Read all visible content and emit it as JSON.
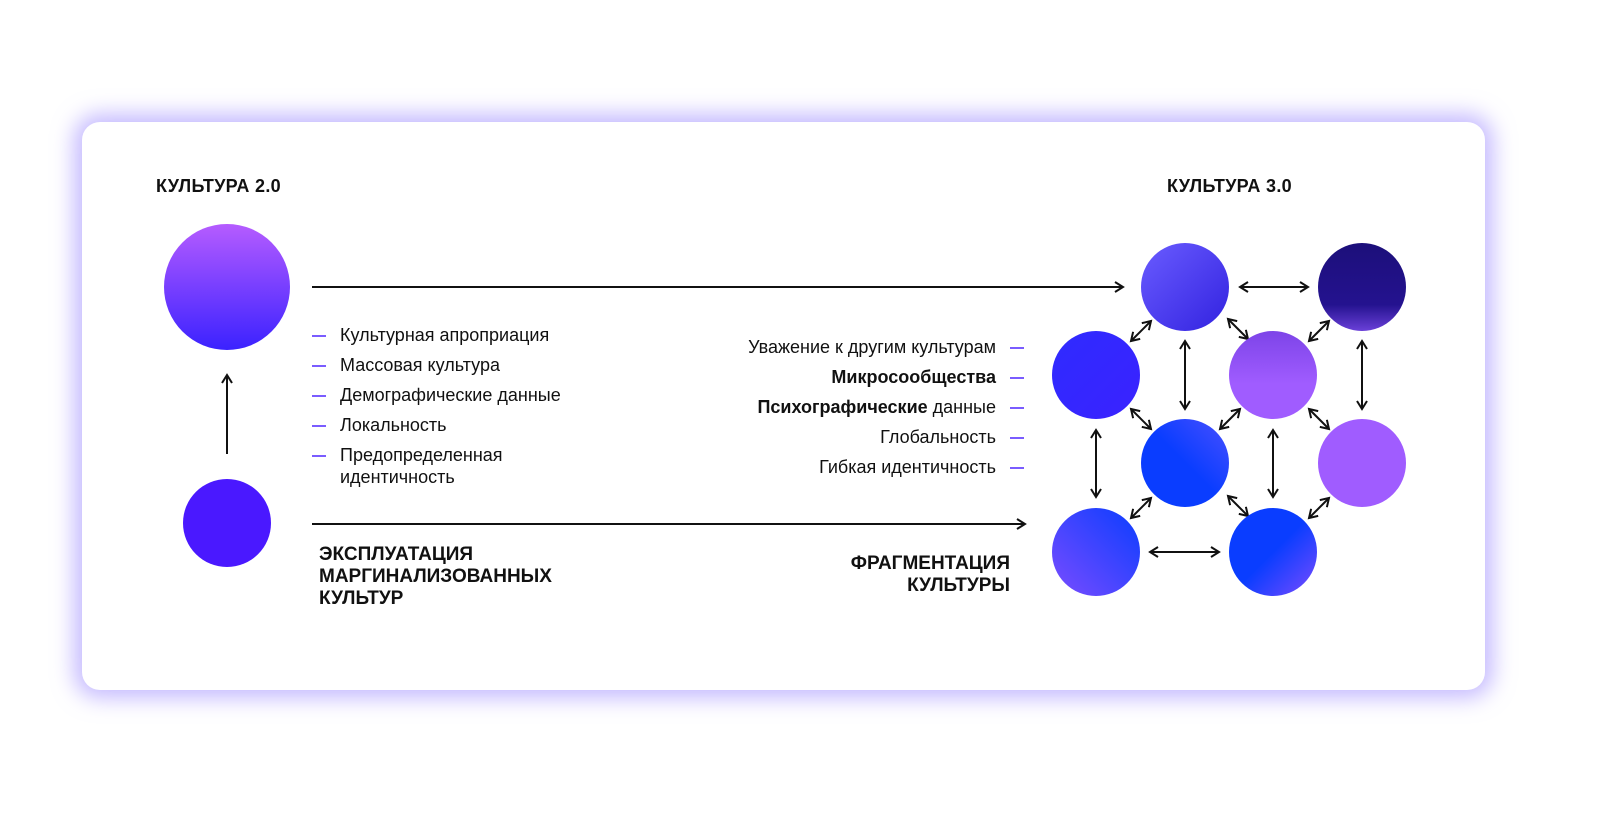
{
  "left": {
    "title": "КУЛЬТУРА 2.0",
    "items": [
      "Культурная апроприация",
      "Массовая культура",
      "Демографические данные",
      "Локальность",
      "Предопределенная",
      "идентичность"
    ],
    "caption": [
      "ЭКСПЛУАТАЦИЯ",
      "МАРГИНАЛИЗОВАННЫХ",
      "КУЛЬТУР"
    ]
  },
  "right": {
    "title": "КУЛЬТУРА 3.0",
    "items": [
      {
        "bold": "",
        "normal": "Уважение к другим культурам"
      },
      {
        "bold": "Микросообщества",
        "normal": ""
      },
      {
        "bold": "Психографические",
        "normal": " данные"
      },
      {
        "bold": "",
        "normal": "Глобальность"
      },
      {
        "bold": "",
        "normal": "Гибкая идентичность"
      }
    ],
    "caption": [
      "ФРАГМЕНТАЦИЯ",
      "КУЛЬТУРЫ"
    ]
  },
  "colors": {
    "accent": "#7a5cff",
    "glow": "#9682ff"
  }
}
